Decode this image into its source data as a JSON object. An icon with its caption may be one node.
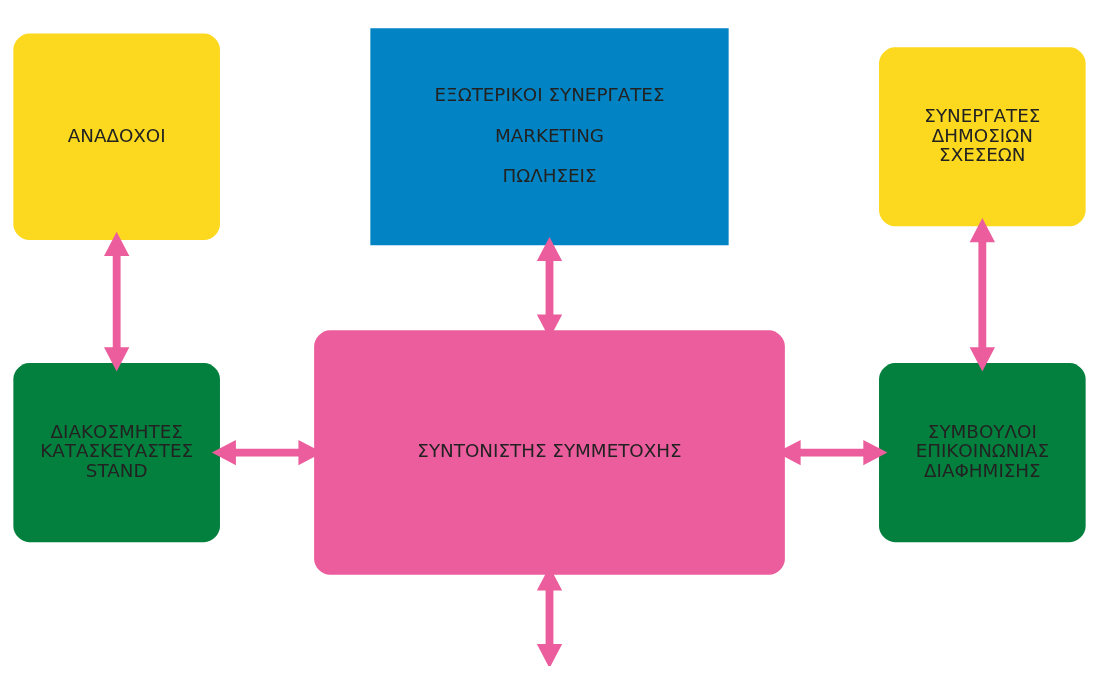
{
  "diagram": {
    "nodes": [
      {
        "text": [
          "ΑΝΑΔΟΧΟΙ"
        ]
      },
      {
        "text": [
          "ΕΞΩΤΕΡΙΚΟΙ ΣΥΝΕΡΓΑΤΕΣ",
          "MARKETING",
          "ΠΩΛΗΣΕΙΣ"
        ]
      },
      {
        "text": [
          "ΣΥΝΕΡΓΑΤΕΣ ΔΗΜΟΣΙΩΝ ΣΧΕΣΕΩΝ"
        ]
      },
      {
        "text": [
          "ΔΙΑΚΟΣΜΗΤΕΣ ΚΑΤΑΣΚΕΥΑΣΤΕΣ STAND"
        ]
      },
      {
        "text": [
          "ΣΥΝΤΟΝΙΣΤΗΣ ΣΥΜΜΕΤΟΧΗΣ"
        ]
      },
      {
        "text": [
          "ΣΥΜΒΟΥΛΟΙ ΕΠΙΚΟΙΝΩΝΙΑΣ ΔΙΑΦΗΜΙΣΗΣ"
        ]
      }
    ],
    "edges": [
      {
        "from": 0,
        "to": 3,
        "arrow": "both"
      },
      {
        "from": 1,
        "to": 4,
        "arrow": "both"
      },
      {
        "from": 2,
        "to": 5,
        "arrow": "both"
      },
      {
        "from": 3,
        "to": 4,
        "arrow": "both"
      },
      {
        "from": 4,
        "to": 5,
        "arrow": "both"
      },
      {
        "from": 4,
        "to": null,
        "arrow": "both"
      }
    ]
  }
}
